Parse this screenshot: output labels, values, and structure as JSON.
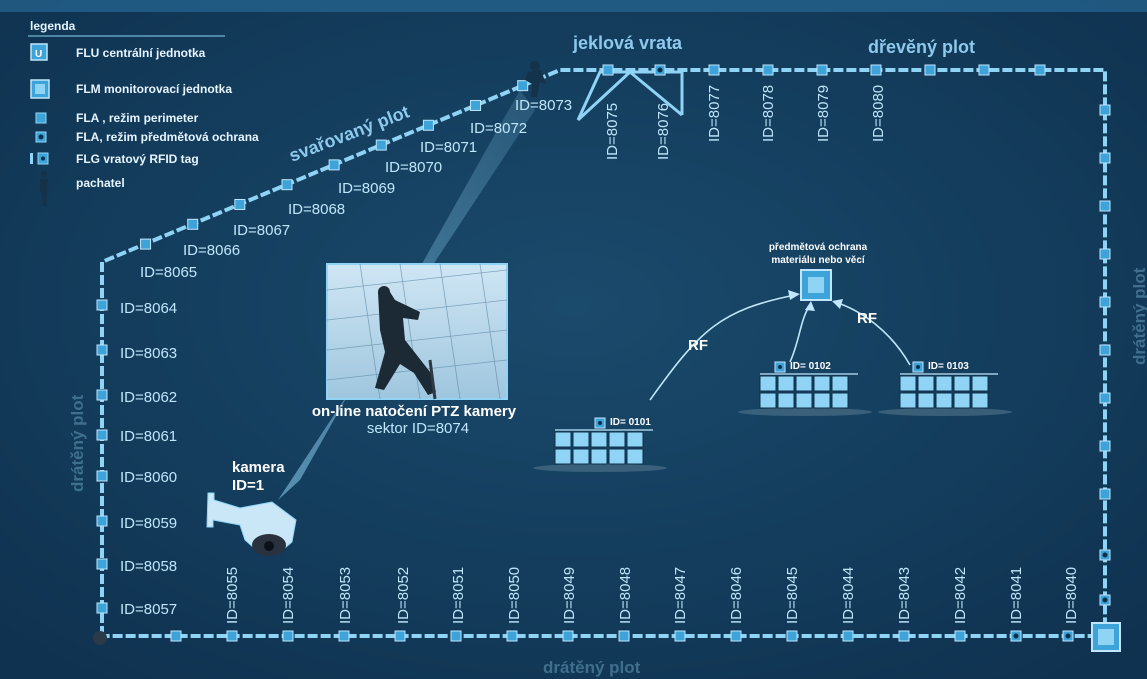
{
  "legend": {
    "title": "legenda",
    "items": [
      {
        "icon": "flu-unit-icon",
        "label": "FLU centrální jednotka"
      },
      {
        "icon": "flm-unit-icon",
        "label": "FLM monitorovací jednotka"
      },
      {
        "icon": "fla-perimeter-icon",
        "label": "FLA , režim perimeter"
      },
      {
        "icon": "fla-object-icon",
        "label": "FLA, režim předmětová ochrana"
      },
      {
        "icon": "flg-rfid-tag-icon",
        "label": "FLG vratový RFID tag"
      },
      {
        "icon": "intruder-icon",
        "label": "pachatel"
      }
    ]
  },
  "fence_labels": {
    "welded": "svařovaný plot",
    "steel_gate": "jeklová vrata",
    "wooden": "dřevěný plot",
    "wire_left": "drátěný plot",
    "wire_right": "drátěný plot",
    "wire_bottom": "drátěný plot"
  },
  "sensors": {
    "left": [
      "ID=8064",
      "ID=8063",
      "ID=8062",
      "ID=8061",
      "ID=8060",
      "ID=8059",
      "ID=8058",
      "ID=8057"
    ],
    "diagonal": [
      "ID=8065",
      "ID=8066",
      "ID=8067",
      "ID=8068",
      "ID=8069",
      "ID=8070",
      "ID=8071",
      "ID=8072",
      "ID=8073"
    ],
    "top": [
      "ID=8075",
      "ID=8076",
      "ID=8077",
      "ID=8078",
      "ID=8079",
      "ID=8080"
    ],
    "bottom": [
      "ID=8055",
      "ID=8054",
      "ID=8053",
      "ID=8052",
      "ID=8051",
      "ID=8050",
      "ID=8049",
      "ID=8048",
      "ID=8047",
      "ID=8046",
      "ID=8045",
      "ID=8044",
      "ID=8043",
      "ID=8042",
      "ID=8041",
      "ID=8040"
    ]
  },
  "camera": {
    "label": "kamera",
    "id": "ID=1"
  },
  "ptz": {
    "caption": "on-line natočení PTZ kamery",
    "sector": "sektor ID=8074"
  },
  "object_protection": {
    "line1": "předmětová ochrana",
    "line2": "materiálu nebo věcí",
    "rf_left": "RF",
    "rf_right": "RF",
    "stacks": [
      "ID= 0101",
      "ID= 0102",
      "ID= 0103"
    ]
  },
  "colors": {
    "background": "#123a59",
    "fence": "#8fd4f5",
    "sensor": "#3ea3d8",
    "text": "#bfe6fb"
  }
}
